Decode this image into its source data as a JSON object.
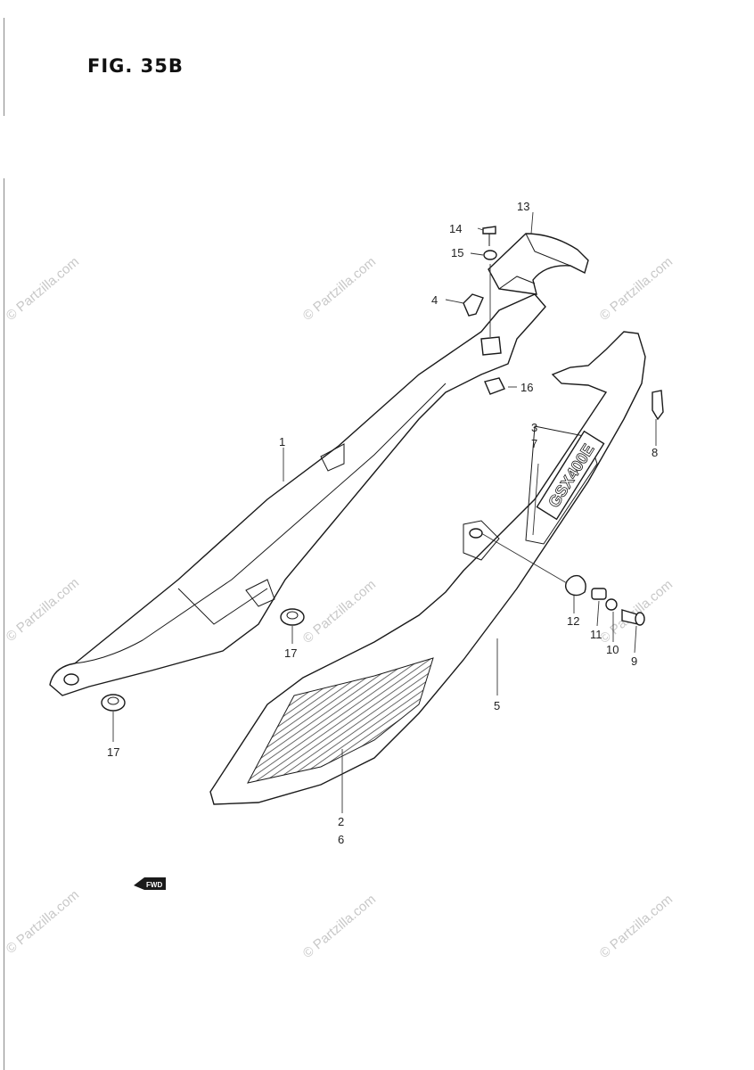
{
  "figure": {
    "title": "FIG. 35B"
  },
  "watermark": {
    "text": "© Partzilla.com"
  },
  "callouts": {
    "c1": "1",
    "c2_6": [
      "2",
      "6"
    ],
    "c3_7": [
      "3",
      "7"
    ],
    "c4": "4",
    "c5": "5",
    "c8": "8",
    "c9": "9",
    "c10": "10",
    "c11": "11",
    "c12": "12",
    "c13": "13",
    "c14": "14",
    "c15": "15",
    "c16": "16",
    "c17a": "17",
    "c17b": "17"
  },
  "emblem_text": "GSX400E",
  "direction_label": "FWD",
  "colors": {
    "line": "#1a1a1a",
    "watermark": "#c8c8c8",
    "background": "#ffffff"
  }
}
